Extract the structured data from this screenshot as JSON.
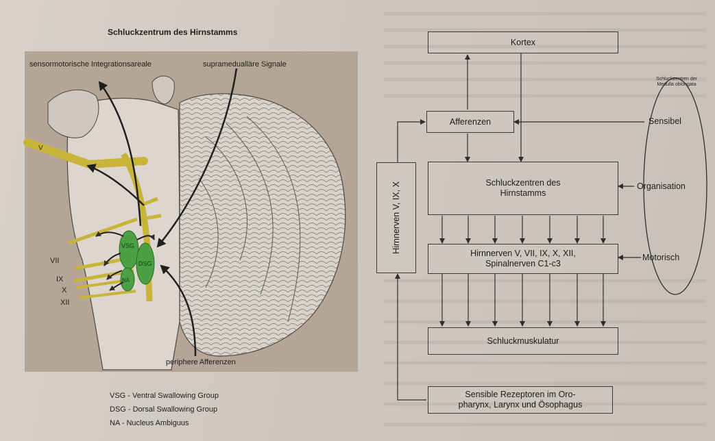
{
  "left_figure": {
    "title": "Schluckzentrum des Hirnstamms",
    "labels": {
      "sensorimotor": "sensormotorische Integrationsareale",
      "supramedullary": "supramedualläre Signale",
      "peripheral": "periphere Afferenzen",
      "nerve_v": "V",
      "nerve_vii": "VII",
      "nerve_ix": "IX",
      "nerve_x": "X",
      "nerve_xii": "XII",
      "vsg": "VSG",
      "dsg": "DSG",
      "na": "NA"
    },
    "legend": [
      "VSG - Ventral Swallowing Group",
      "DSG - Dorsal Swallowing Group",
      "NA - Nucleus Ambiguus"
    ]
  },
  "flow": {
    "kortex": "Kortex",
    "afferenzen": "Afferenzen",
    "zentren_line1": "Schluckzentren des",
    "zentren_line2": "Hirnstamms",
    "nerven_line1": "Hirnnerven V, VII, IX, X, XII,",
    "nerven_line2": "Spinalnerven C1-c3",
    "muskulatur": "Schluckmuskulatur",
    "rezeptoren_line1": "Sensible Rezeptoren im Oro-",
    "rezeptoren_line2": "pharynx, Larynx und Ösophagus",
    "side_nerves": "Hirnnerven V, IX, X",
    "ellipse_title_line1": "Schluckzentren der",
    "ellipse_title_line2": "Medulla oblongata",
    "sensibel": "Sensibel",
    "organisation": "Organisation",
    "motorisch": "Motorisch"
  }
}
